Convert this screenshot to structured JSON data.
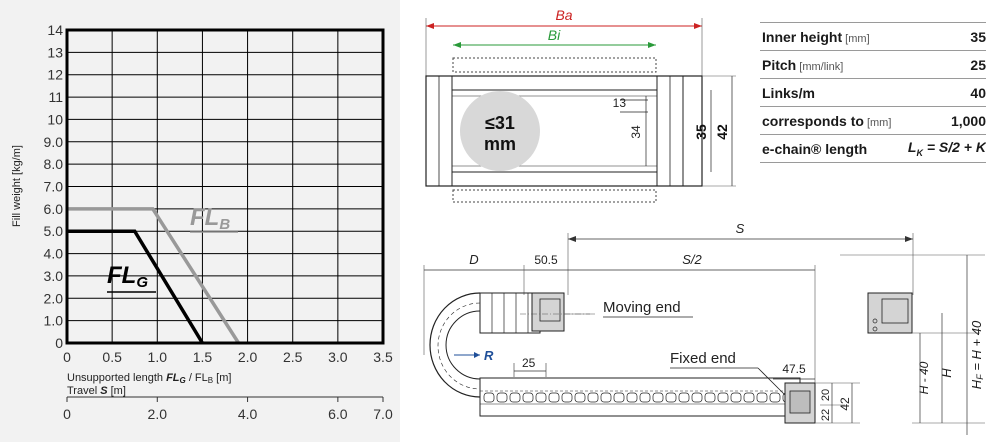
{
  "chart_data": {
    "type": "line",
    "ylabel": "Fill weight [kg/m]",
    "xlabel_prefix": "Unsupported length ",
    "xlabel_g": "FL",
    "xlabel_g_sub": "G",
    "xlabel_sep": " / FL",
    "xlabel_b_sub": "B",
    "xlabel_suffix": " [m]",
    "travel_prefix": "Travel ",
    "travel_symbol": "S",
    "travel_suffix": " [m]",
    "xlim": [
      0,
      3.5
    ],
    "ylim": [
      0,
      14
    ],
    "x_ticks": [
      "0",
      "0.5",
      "1.0",
      "1.5",
      "2.0",
      "2.5",
      "3.0",
      "3.5"
    ],
    "y_ticks": [
      "0",
      "1.0",
      "2.0",
      "3.0",
      "4.0",
      "5.0",
      "6.0",
      "7.0",
      "8.0",
      "9.0",
      "10",
      "11",
      "12",
      "13",
      "14"
    ],
    "travel_ticks": [
      "0",
      "2.0",
      "4.0",
      "6.0",
      "7.0"
    ],
    "travel_tick_positions": [
      0,
      1.0,
      2.0,
      3.0,
      3.5
    ],
    "series": [
      {
        "name": "FL_B",
        "label_main": "FL",
        "label_sub": "B",
        "color": "#999999",
        "x": [
          0,
          0.95,
          1.9
        ],
        "y": [
          6.0,
          6.0,
          0
        ]
      },
      {
        "name": "FL_G",
        "label_main": "FL",
        "label_sub": "G",
        "color": "#000000",
        "x": [
          0,
          0.75,
          1.5
        ],
        "y": [
          5.0,
          5.0,
          0
        ]
      }
    ],
    "grid": true
  },
  "cross_section": {
    "ba": "Ba",
    "bi": "Bi",
    "clearance_line1": "≤31",
    "clearance_line2": "mm",
    "dim_13": "13",
    "dim_34": "34",
    "dim_35": "35",
    "dim_42": "42",
    "ba_color": "#cc2222",
    "bi_color": "#2a9a3a"
  },
  "specs": [
    {
      "label": "Inner height",
      "unit": " [mm]",
      "value": "35"
    },
    {
      "label": "Pitch",
      "unit": " [mm/link]",
      "value": "25"
    },
    {
      "label": "Links/m",
      "unit": "",
      "value": "40"
    },
    {
      "label": "corresponds to",
      "unit": " [mm]",
      "value": "1,000"
    },
    {
      "label": "e-chain® length",
      "unit": "",
      "value": "L",
      "formula_sub": "K",
      "formula_rest": " = S/2 + K"
    }
  ],
  "installation": {
    "S": "S",
    "S_half": "S/2",
    "D": "D",
    "dim_50_5": "50.5",
    "moving_end": "Moving end",
    "fixed_end": "Fixed end",
    "dim_47_5": "47.5",
    "R": "R",
    "dim_25": "25",
    "dim_20": "20",
    "dim_22": "22",
    "dim_42": "42",
    "H_minus": "H - 40",
    "H": "H",
    "H_F": "H",
    "H_F_sub": "F",
    "H_F_rest": " = H + 40",
    "r_color": "#1f4f99"
  }
}
